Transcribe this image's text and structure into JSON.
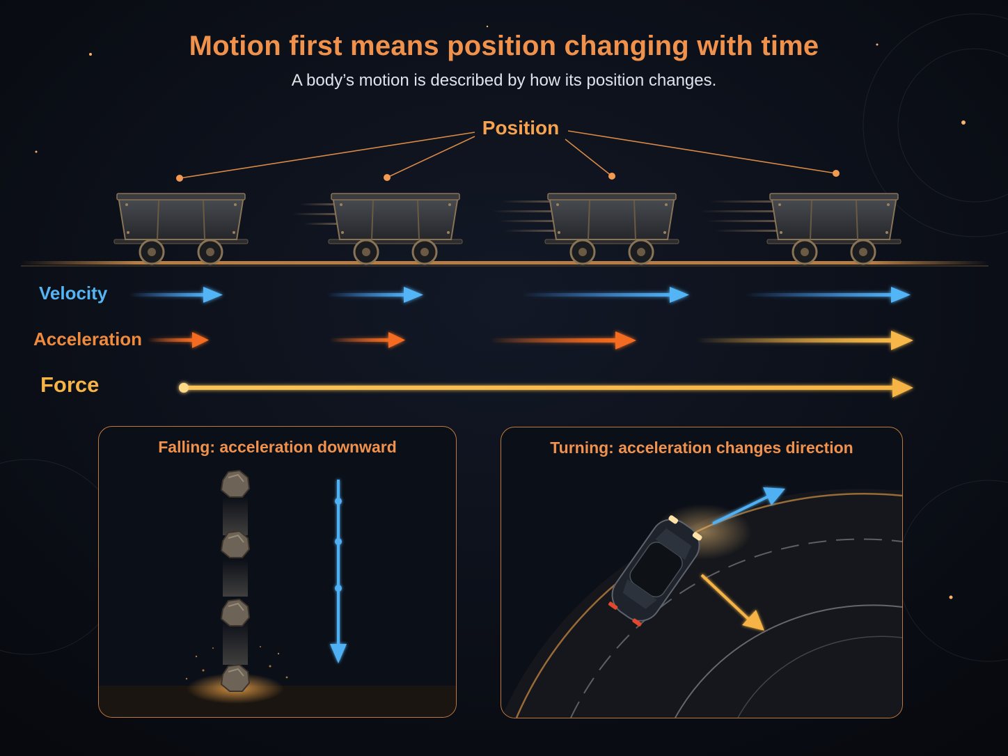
{
  "header": {
    "title": "Motion first means position changing with time",
    "subtitle": "A body’s motion is described by how its position changes."
  },
  "position": {
    "label": "Position"
  },
  "rows": {
    "velocity": "Velocity",
    "acceleration": "Acceleration",
    "force": "Force"
  },
  "panels": {
    "falling": {
      "title": "Falling: acceleration downward"
    },
    "turning": {
      "title": "Turning: acceleration changes direction"
    }
  },
  "colors": {
    "background": "#0c1018",
    "title": "#f0914c",
    "position": "#f6a24f",
    "velocity": "#4aa8f0",
    "acceleration": "#f26a22",
    "force": "#f5b445",
    "panel_border": "#c07a3e"
  }
}
